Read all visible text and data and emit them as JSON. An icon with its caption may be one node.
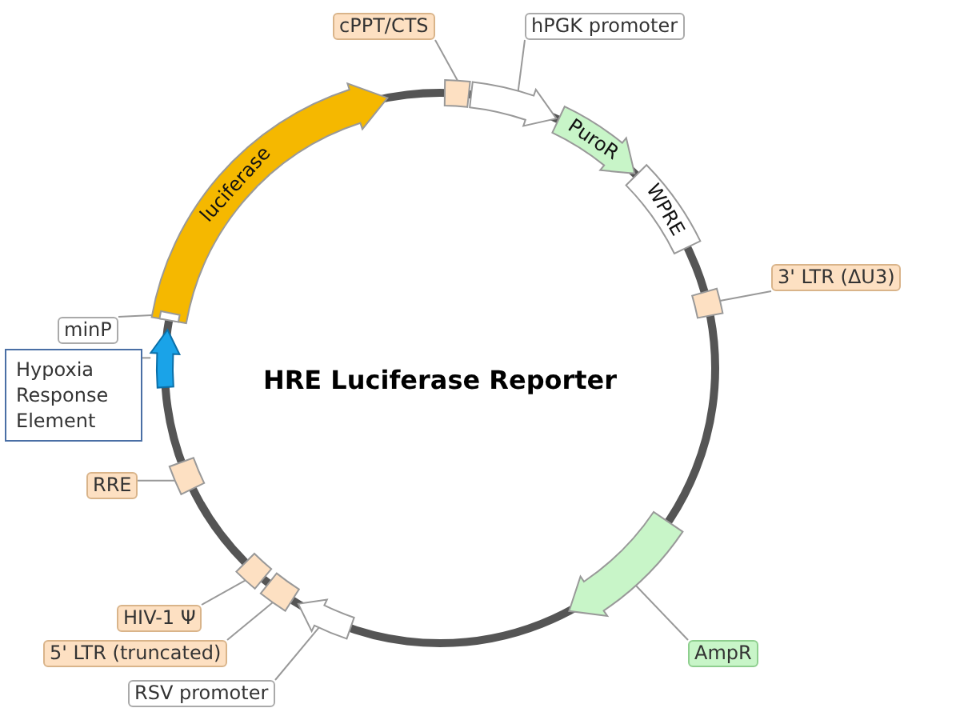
{
  "diagram": {
    "title": "HRE Luciferase Reporter",
    "nodes": [
      {
        "text": [
          "cPPT/CTS"
        ]
      },
      {
        "text": [],
        "shape": "box"
      },
      {
        "text": [
          "hPGK promoter"
        ]
      },
      {
        "text": [],
        "shape": "arrow"
      },
      {
        "text": [
          "luciferase"
        ]
      },
      {
        "text": [
          "PuroR"
        ]
      },
      {
        "text": [
          "WPRE"
        ]
      },
      {
        "text": [
          "3' LTR (ΔU3)"
        ]
      },
      {
        "text": [],
        "shape": "box"
      },
      {
        "text": [
          "minP"
        ]
      },
      {
        "text": [],
        "shape": "bar"
      },
      {
        "text": [
          "Hypoxia Response Element"
        ]
      },
      {
        "text": [],
        "shape": "arrow"
      },
      {
        "text": [
          "RRE"
        ]
      },
      {
        "text": [],
        "shape": "box"
      },
      {
        "text": [
          "HIV-1 Ψ"
        ]
      },
      {
        "text": [],
        "shape": "box"
      },
      {
        "text": [
          "5' LTR (truncated)"
        ]
      },
      {
        "text": [],
        "shape": "box"
      },
      {
        "text": [
          "AmpR"
        ]
      },
      {
        "text": [],
        "shape": "arrow"
      },
      {
        "text": [
          "RSV promoter"
        ]
      },
      {
        "text": [],
        "shape": "arrow"
      }
    ],
    "edges": [
      {
        "from": 0,
        "to": 1,
        "arrow": "none"
      },
      {
        "from": 2,
        "to": 3,
        "arrow": "none"
      },
      {
        "from": 7,
        "to": 8,
        "arrow": "none"
      },
      {
        "from": 9,
        "to": 10,
        "arrow": "none"
      },
      {
        "from": 11,
        "to": 12,
        "arrow": "none"
      },
      {
        "from": 13,
        "to": 14,
        "arrow": "none"
      },
      {
        "from": 15,
        "to": 16,
        "arrow": "none"
      },
      {
        "from": 17,
        "to": 18,
        "arrow": "none"
      },
      {
        "from": 19,
        "to": 20,
        "arrow": "none"
      },
      {
        "from": 21,
        "to": 22,
        "arrow": "none"
      }
    ]
  }
}
